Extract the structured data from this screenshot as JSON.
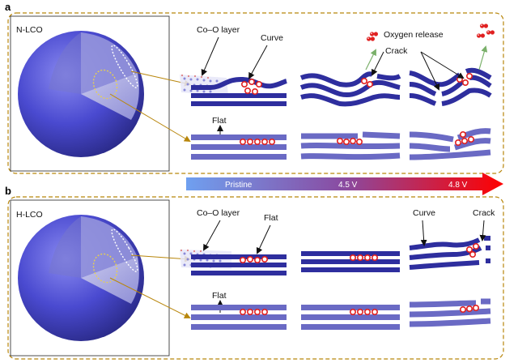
{
  "panels": [
    {
      "letter": "a",
      "sample": "N-LCO",
      "labels": {
        "co_o_layer": "Co–O layer",
        "curve": "Curve",
        "oxygen_release": "Oxygen release",
        "crack": "Crack",
        "flat": "Flat"
      }
    },
    {
      "letter": "b",
      "sample": "H-LCO",
      "labels": {
        "co_o_layer": "Co–O layer",
        "flat_top": "Flat",
        "curve": "Curve",
        "crack": "Crack",
        "flat_bottom": "Flat"
      }
    }
  ],
  "voltage_bar": {
    "stages": [
      "Pristine",
      "4.5 V",
      "4.8 V"
    ],
    "colors": [
      "#6fa0f0",
      "#8a4aa0",
      "#ff0000"
    ]
  },
  "colors": {
    "frame": "#b8860b",
    "layer_dark": "#2e2e9e",
    "layer_light": "#6a6ac4",
    "particle": "#5a5ad2",
    "oxygen": "#e02020"
  }
}
